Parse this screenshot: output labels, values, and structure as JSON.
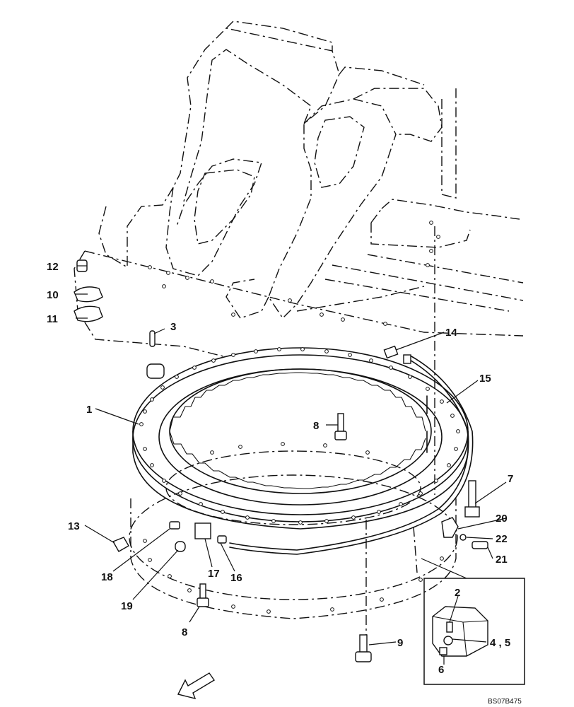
{
  "drawing_code": "BS07B475",
  "callouts": [
    {
      "id": "c1",
      "text": "1"
    },
    {
      "id": "c2",
      "text": "2"
    },
    {
      "id": "c3",
      "text": "3"
    },
    {
      "id": "c45",
      "text": "4 , 5"
    },
    {
      "id": "c6",
      "text": "6"
    },
    {
      "id": "c7",
      "text": "7"
    },
    {
      "id": "c8a",
      "text": "8"
    },
    {
      "id": "c8b",
      "text": "8"
    },
    {
      "id": "c9",
      "text": "9"
    },
    {
      "id": "c10",
      "text": "10"
    },
    {
      "id": "c11",
      "text": "11"
    },
    {
      "id": "c12",
      "text": "12"
    },
    {
      "id": "c13",
      "text": "13"
    },
    {
      "id": "c14",
      "text": "14"
    },
    {
      "id": "c15",
      "text": "15"
    },
    {
      "id": "c16",
      "text": "16"
    },
    {
      "id": "c17",
      "text": "17"
    },
    {
      "id": "c18",
      "text": "18"
    },
    {
      "id": "c19",
      "text": "19"
    },
    {
      "id": "c20",
      "text": "20"
    },
    {
      "id": "c21",
      "text": "21"
    },
    {
      "id": "c22",
      "text": "22"
    }
  ]
}
